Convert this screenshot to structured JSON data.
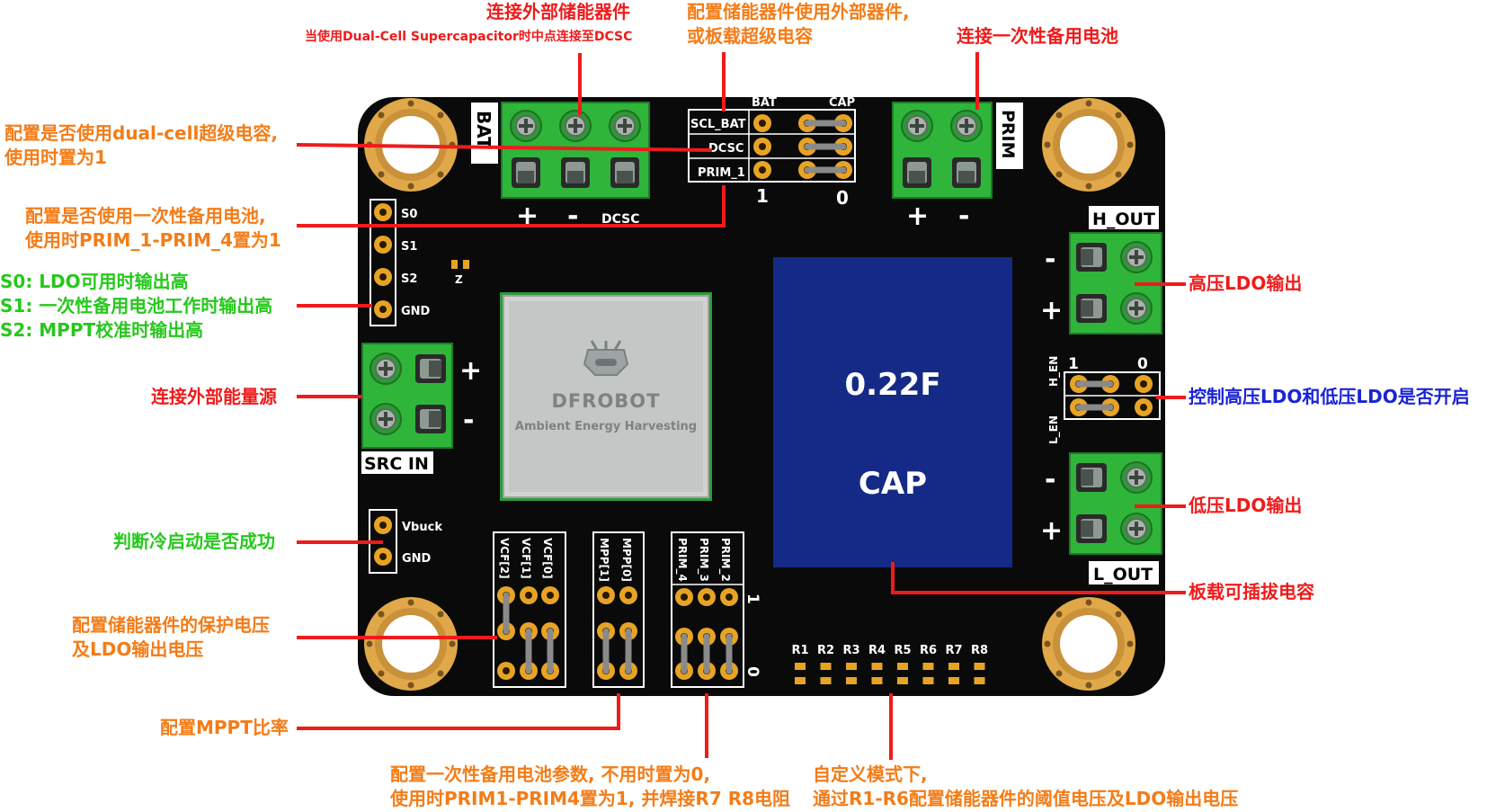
{
  "annotations": {
    "ext_storage": {
      "title": "连接外部储能器件",
      "sub": "当使用Dual-Cell Supercapacitor时中点连接至DCSC"
    },
    "config_storage": {
      "line1": "配置储能器件使用外部器件,",
      "line2": "或板载超级电容"
    },
    "primary_battery": "连接一次性备用电池",
    "dual_cell": {
      "line1": "配置是否使用dual-cell超级电容,",
      "line2": "使用时置为1"
    },
    "prim_config": {
      "line1": "配置是否使用一次性备用电池,",
      "line2": "使用时PRIM_1-PRIM_4置为1"
    },
    "status": {
      "s0": "S0: LDO可用时输出高",
      "s1": "S1: 一次性备用电池工作时输出高",
      "s2": "S2: MPPT校准时输出高"
    },
    "ext_source": "连接外部能量源",
    "cold_start": "判断冷启动是否成功",
    "protect_voltage": {
      "line1": "配置储能器件的保护电压",
      "line2": "及LDO输出电压"
    },
    "mppt_ratio": "配置MPPT比率",
    "prim_params": {
      "line1": "配置一次性备用电池参数, 不用时置为0,",
      "line2": "使用时PRIM1-PRIM4置为1, 并焊接R7 R8电阻"
    },
    "custom_mode": {
      "line1": "自定义模式下,",
      "line2": "通过R1-R6配置储能器件的阈值电压及LDO输出电压"
    },
    "hv_out": "高压LDO输出",
    "ldo_enable": "控制高压LDO和低压LDO是否开启",
    "lv_out": "低压LDO输出",
    "onboard_cap": "板载可插拔电容"
  },
  "board": {
    "bat": "BAT",
    "prim": "PRIM",
    "plus": "+",
    "minus": "-",
    "dcsc": "DCSC",
    "jumper_top": {
      "bat": "BAT",
      "cap": "CAP",
      "rows": [
        "SCL_BAT",
        "DCSC",
        "PRIM_1"
      ],
      "one": "1",
      "zero": "0"
    },
    "status_pins": [
      "S0",
      "S1",
      "S2",
      "GND"
    ],
    "z": "Z",
    "src_in": "SRC IN",
    "h_out": "H_OUT",
    "l_out": "L_OUT",
    "ldo_en": {
      "h": "H_EN",
      "l": "L_EN",
      "one": "1",
      "zero": "0"
    },
    "vbuck": [
      "Vbuck",
      "GND"
    ],
    "vcf": [
      "VCF[2]",
      "VCF[1]",
      "VCF[0]"
    ],
    "mpp": [
      "MPP[1]",
      "MPP[0]"
    ],
    "prim_pins": [
      "PRIM_4",
      "PRIM_3",
      "PRIM_2"
    ],
    "bot_one": "1",
    "bot_zero": "0",
    "resistors": [
      "R1",
      "R2",
      "R3",
      "R4",
      "R5",
      "R6",
      "R7",
      "R8"
    ],
    "module": {
      "brand": "DFROBOT",
      "name": "Ambient Energy Harvesting"
    },
    "cap": {
      "value": "0.22F",
      "label": "CAP"
    }
  },
  "colors": {
    "board": "#0a0a0a",
    "terminal": "#2fb53a",
    "pad": "#e7a424",
    "capacitor": "#142a86",
    "orange": "#f47c17",
    "red": "#ef1b1b",
    "green": "#26c81c",
    "blue": "#1a23d6"
  }
}
